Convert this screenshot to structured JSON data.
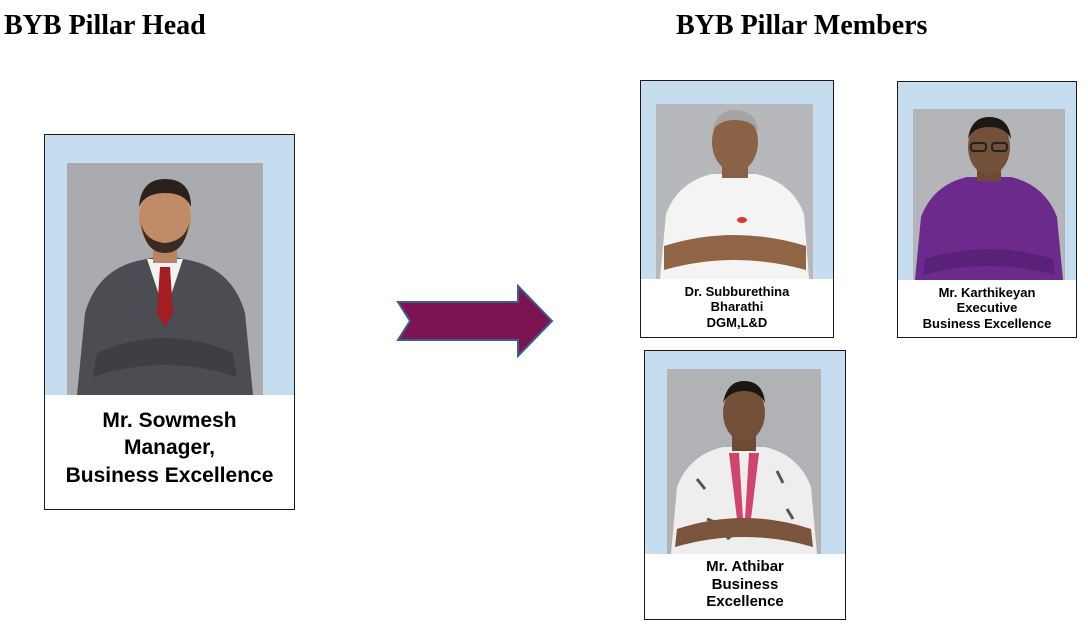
{
  "headings": {
    "head": "BYB Pillar Head",
    "members": "BYB Pillar Members"
  },
  "head": {
    "lines": [
      "Mr. Sowmesh",
      "Manager,",
      "Business Excellence"
    ]
  },
  "members": [
    {
      "lines": [
        "Dr. Subburethina",
        "Bharathi",
        "DGM,L&D"
      ]
    },
    {
      "lines": [
        "Mr. Karthikeyan",
        "Executive",
        "Business Excellence"
      ]
    },
    {
      "lines": [
        "Mr. Athibar",
        "Business",
        "Excellence"
      ]
    }
  ],
  "colors": {
    "card_band": "#c6dcef",
    "arrow_fill": "#7e1354",
    "arrow_stroke": "#3a5f8f"
  }
}
